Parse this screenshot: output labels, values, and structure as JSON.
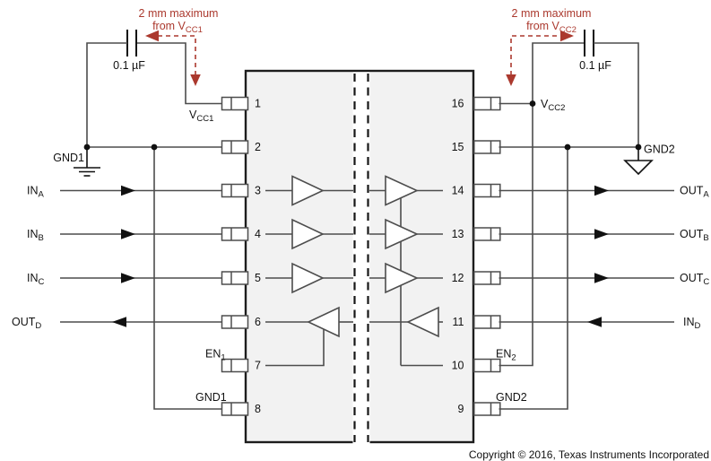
{
  "notes": {
    "left": {
      "line1": "2 mm maximum",
      "line2_pre": "from V",
      "line2_sub": "CC1"
    },
    "right": {
      "line1": "2 mm maximum",
      "line2_pre": "from V",
      "line2_sub": "CC2"
    }
  },
  "capacitors": {
    "left_value": "0.1 µF",
    "right_value": "0.1 µF"
  },
  "ic": {
    "left_pins": [
      "1",
      "2",
      "3",
      "4",
      "5",
      "6",
      "7",
      "8"
    ],
    "right_pins": [
      "16",
      "15",
      "14",
      "13",
      "12",
      "11",
      "10",
      "9"
    ]
  },
  "labels": {
    "vcc1": {
      "pre": "V",
      "sub": "CC1"
    },
    "vcc2": {
      "pre": "V",
      "sub": "CC2"
    },
    "gnd1_symbol": "GND1",
    "gnd1_pin": "GND1",
    "gnd2_symbol": "GND2",
    "gnd2_pin": "GND2",
    "en1": {
      "pre": "EN",
      "sub": "1"
    },
    "en2": {
      "pre": "EN",
      "sub": "2"
    },
    "in_a": {
      "pre": "IN",
      "sub": "A"
    },
    "in_b": {
      "pre": "IN",
      "sub": "B"
    },
    "in_c": {
      "pre": "IN",
      "sub": "C"
    },
    "in_d": {
      "pre": "IN",
      "sub": "D"
    },
    "out_a": {
      "pre": "OUT",
      "sub": "A"
    },
    "out_b": {
      "pre": "OUT",
      "sub": "B"
    },
    "out_c": {
      "pre": "OUT",
      "sub": "C"
    },
    "out_d": {
      "pre": "OUT",
      "sub": "D"
    }
  },
  "footer": {
    "copyright": "Copyright © 2016, Texas Instruments Incorporated"
  },
  "colors": {
    "accent_red": "#ab392e",
    "ic_fill": "#f2f2f2",
    "wire": "#4d4d4d",
    "ink": "#111111"
  }
}
